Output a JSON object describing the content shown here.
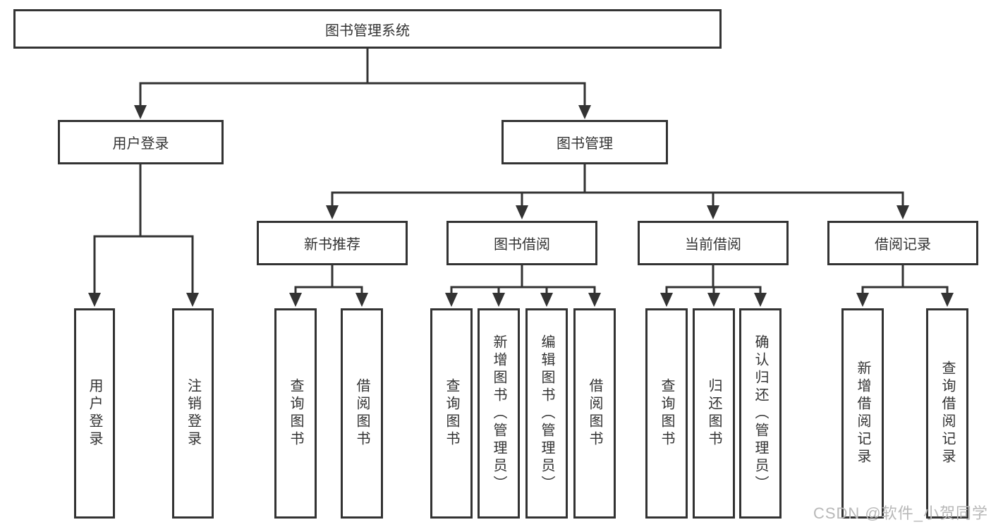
{
  "tree": {
    "root": {
      "label": "图书管理系统"
    },
    "branches": [
      {
        "label": "用户登录",
        "children": [
          {
            "label": "用户登录"
          },
          {
            "label": "注销登录"
          }
        ]
      },
      {
        "label": "图书管理",
        "children": [
          {
            "label": "新书推荐",
            "children": [
              {
                "label": "查询图书"
              },
              {
                "label": "借阅图书"
              }
            ]
          },
          {
            "label": "图书借阅",
            "children": [
              {
                "label": "查询图书"
              },
              {
                "label": "新增图书（管理员）"
              },
              {
                "label": "编辑图书（管理员）"
              },
              {
                "label": "借阅图书"
              }
            ]
          },
          {
            "label": "当前借阅",
            "children": [
              {
                "label": "查询图书"
              },
              {
                "label": "归还图书"
              },
              {
                "label": "确认归还（管理员）"
              }
            ]
          },
          {
            "label": "借阅记录",
            "children": [
              {
                "label": "新增借阅记录"
              },
              {
                "label": "查询借阅记录"
              }
            ]
          }
        ]
      }
    ]
  },
  "watermark": "CSDN @软件_小贺同学",
  "colors": {
    "line": "#333333",
    "box_border": "#333333",
    "box_fill": "#ffffff",
    "background": "#ffffff",
    "text": "#333333",
    "watermark": "#b8b8b8"
  }
}
